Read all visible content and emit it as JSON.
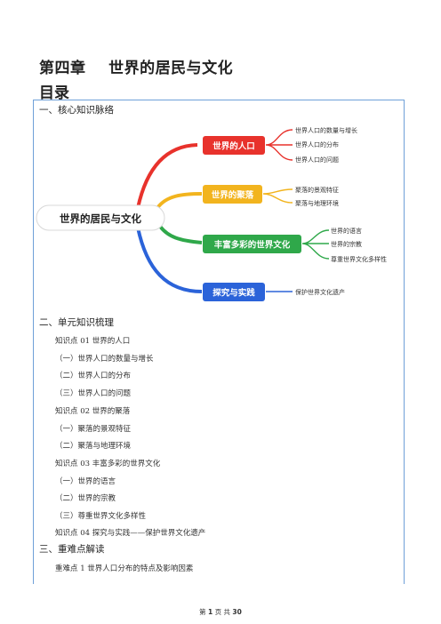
{
  "chapter_title": "第四章    世界的居民与文化",
  "toc_title": "目录",
  "sections": {
    "s1": "一、核心知识脉络",
    "s2": "二、单元知识梳理",
    "s3": "三、重难点解读"
  },
  "mindmap": {
    "center": "世界的居民与文化",
    "branches": [
      {
        "label": "世界的人口",
        "color": "#e8322c",
        "leaves": [
          "世界人口的数量与增长",
          "世界人口的分布",
          "世界人口的问题"
        ]
      },
      {
        "label": "世界的聚落",
        "color": "#f2b41e",
        "leaves": [
          "聚落的景观特征",
          "聚落与地理环境"
        ]
      },
      {
        "label": "丰富多彩的世界文化",
        "color": "#2fa84a",
        "leaves": [
          "世界的语言",
          "世界的宗教",
          "尊重世界文化多样性"
        ]
      },
      {
        "label": "探究与实践",
        "color": "#2b63d9",
        "leaves": [
          "保护世界文化遗产"
        ]
      }
    ]
  },
  "toc_items": [
    "知识点 01  世界的人口",
    "（一）世界人口的数量与增长",
    "（二）世界人口的分布",
    "（三）世界人口的问题",
    "知识点 02  世界的聚落",
    "（一）聚落的景观特征",
    "（二）聚落与地理环境",
    "知识点 03  丰富多彩的世界文化",
    "（一）世界的语言",
    "（二）世界的宗教",
    "（三）尊重世界文化多样性",
    "知识点 04  探究与实践——保护世界文化遗产"
  ],
  "difficulty_items": [
    "重难点 1  世界人口分布的特点及影响因素"
  ],
  "footer": {
    "prefix": "第",
    "page": "1",
    "mid": "页  共",
    "total": "30"
  }
}
